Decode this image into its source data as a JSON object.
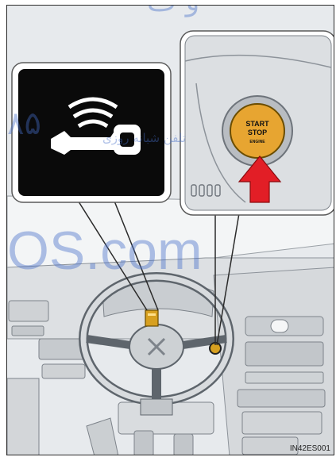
{
  "start_button": {
    "line1": "START",
    "line2": "STOP",
    "line3": "ENGINE"
  },
  "figure_code": "IN42ES001",
  "icons": {
    "left_callout": "key-wireless-icon",
    "right_callout": "start-stop-button"
  },
  "watermark": {
    "top": "و ف",
    "digits": "۸۵",
    "phone": "تلفن شبانه روزی",
    "domain": "OS.com"
  },
  "colors": {
    "button_yellow": "#e7a531",
    "arrow_red": "#e21e26",
    "indicator_amber": "#d7a020",
    "callout_black": "#0a0a0a"
  }
}
